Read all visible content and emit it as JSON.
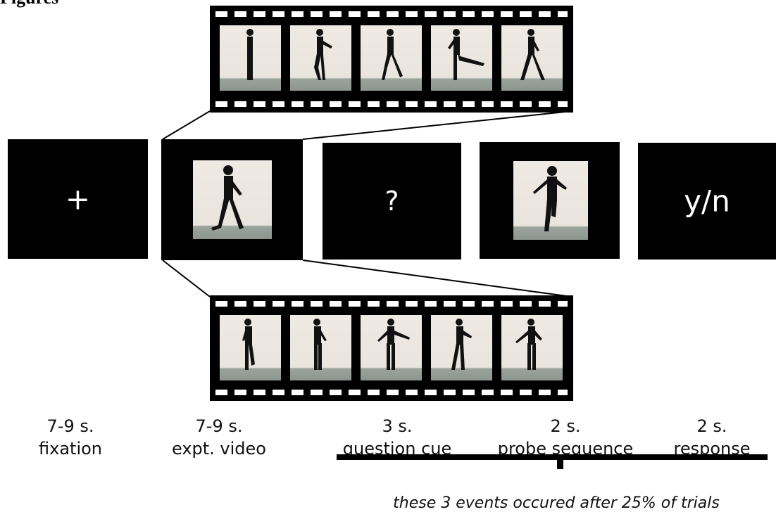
{
  "heading": "Figures",
  "panels": [
    {
      "symbol": "+",
      "time": "7-9 s.",
      "label": "fixation"
    },
    {
      "symbol": "",
      "time": "7-9 s.",
      "label": "expt. video"
    },
    {
      "symbol": "?",
      "time": "3 s.",
      "label": "question cue"
    },
    {
      "symbol": "",
      "time": "2 s.",
      "label": "probe sequence"
    },
    {
      "symbol": "y/n",
      "time": "2 s.",
      "label": "response"
    }
  ],
  "footnote": "these 3 events occured after 25% of trials",
  "colors": {
    "panel": "#000000",
    "backdrop": "#ece8e1",
    "floor": "#8f9891"
  }
}
